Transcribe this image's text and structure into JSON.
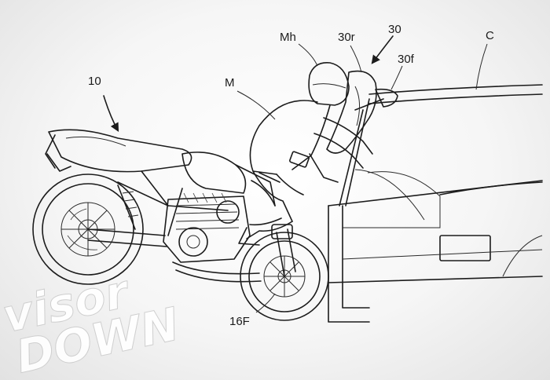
{
  "figure": {
    "labels": {
      "motorcycle": "10",
      "rider": "M",
      "rider_head": "Mh",
      "airbag_rear": "30r",
      "airbag": "30",
      "airbag_front": "30f",
      "car": "C",
      "front_wheel": "16F"
    }
  },
  "watermark": {
    "line1": "visor",
    "line2": "DOWN",
    "color": "#ffffff"
  },
  "colors": {
    "background": "#f6f6f6",
    "line": "#1c1c1c"
  }
}
